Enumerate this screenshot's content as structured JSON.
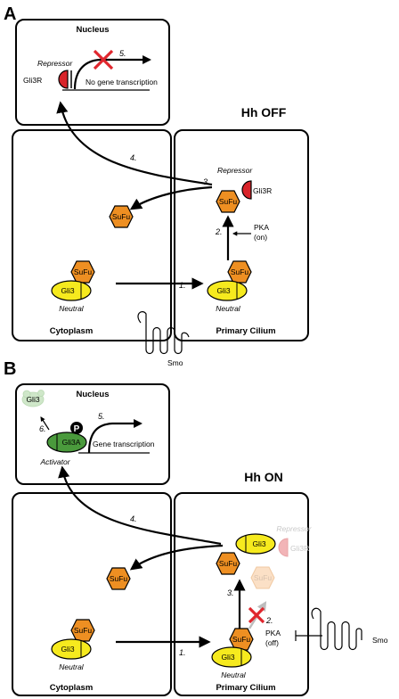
{
  "colors": {
    "sufu": "#ee8f22",
    "gli3": "#f6ea1e",
    "repressor": "#d8242a",
    "activator": "#4a9a3c",
    "faded_sufu": "#fbe0c6",
    "faded_repressor": "#f2b4b7",
    "faded_gli3": "#cfe7c9",
    "block_x": "#e0262d",
    "grey_arrow": "#bdbdbd"
  },
  "panel_a": {
    "letter": "A",
    "state_title": "Hh OFF",
    "nucleus_label": "Nucleus",
    "cytoplasm_label": "Cytoplasm",
    "cilium_label": "Primary Cilium",
    "repressor_top": "Repressor",
    "gli3r_top": "Gli3R",
    "no_transcription": "No gene transcription",
    "step5": "5.",
    "step4": "4.",
    "step3": "3.",
    "repressor_cilium": "Repressor",
    "gli3r_cilium": "Gli3R",
    "sufu_free": "SuFu",
    "sufu_cilium_top": "SuFu",
    "step2": "2.",
    "pka_on": "PKA",
    "pka_on_state": "(on)",
    "sufu_cyto": "SuFu",
    "gli3_cyto": "Gli3",
    "neutral_cyto": "Neutral",
    "step1": "1.",
    "sufu_cilium_bottom": "SuFu",
    "gli3_cilium": "Gli3",
    "neutral_cilium": "Neutral",
    "smo": "Smo"
  },
  "panel_b": {
    "letter": "B",
    "state_title": "Hh ON",
    "nucleus_label": "Nucleus",
    "cytoplasm_label": "Cytoplasm",
    "cilium_label": "Primary Cilium",
    "gli3_faded": "Gli3",
    "step6": "6.",
    "phospho": "P",
    "gli3a": "Gli3A",
    "activator": "Activator",
    "gene_transcription": "Gene transcription",
    "step5": "5.",
    "step4": "4.",
    "gli3_free_cilium": "Gli3",
    "sufu_free_cyto": "SuFu",
    "sufu_free_cilium": "SuFu",
    "step3": "3.",
    "repressor_faded": "Repressor",
    "gli3r_faded": "Gli3R",
    "sufu_faded": "SuFu",
    "step2": "2.",
    "pka_off": "PKA",
    "pka_off_state": "(off)",
    "sufu_cyto": "SuFu",
    "gli3_cyto": "Gli3",
    "neutral_cyto": "Neutral",
    "step1": "1.",
    "sufu_cilium_bottom": "SuFu",
    "gli3_cilium": "Gli3",
    "neutral_cilium": "Neutral",
    "smo": "Smo"
  }
}
